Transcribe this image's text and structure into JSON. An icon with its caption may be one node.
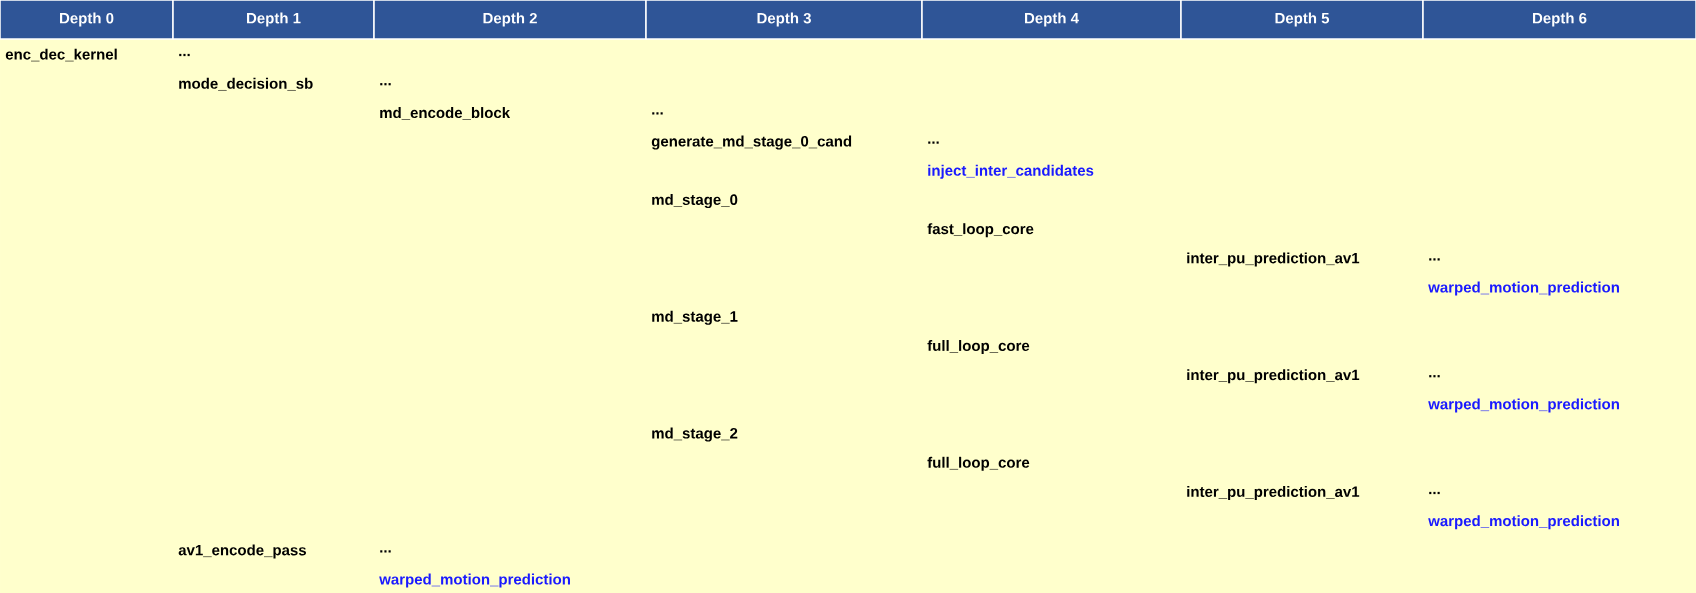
{
  "diagram": {
    "labels": [
      "Depth 0",
      "Depth 1",
      "Depth 2",
      "Depth 3",
      "Depth 4",
      "Depth 5",
      "Depth 6",
      "enc_dec_kernel",
      "...",
      "mode_decision_sb",
      "...",
      "md_encode_block",
      "...",
      "generate_md_stage_0_cand",
      "...",
      "inject_inter_candidates",
      "md_stage_0",
      "fast_loop_core",
      "inter_pu_prediction_av1",
      "...",
      "warped_motion_prediction",
      "md_stage_1",
      "full_loop_core",
      "inter_pu_prediction_av1",
      "...",
      "warped_motion_prediction",
      "md_stage_2",
      "full_loop_core",
      "inter_pu_prediction_av1",
      "...",
      "warped_motion_prediction",
      "av1_encode_pass",
      "...",
      "warped_motion_prediction"
    ]
  }
}
